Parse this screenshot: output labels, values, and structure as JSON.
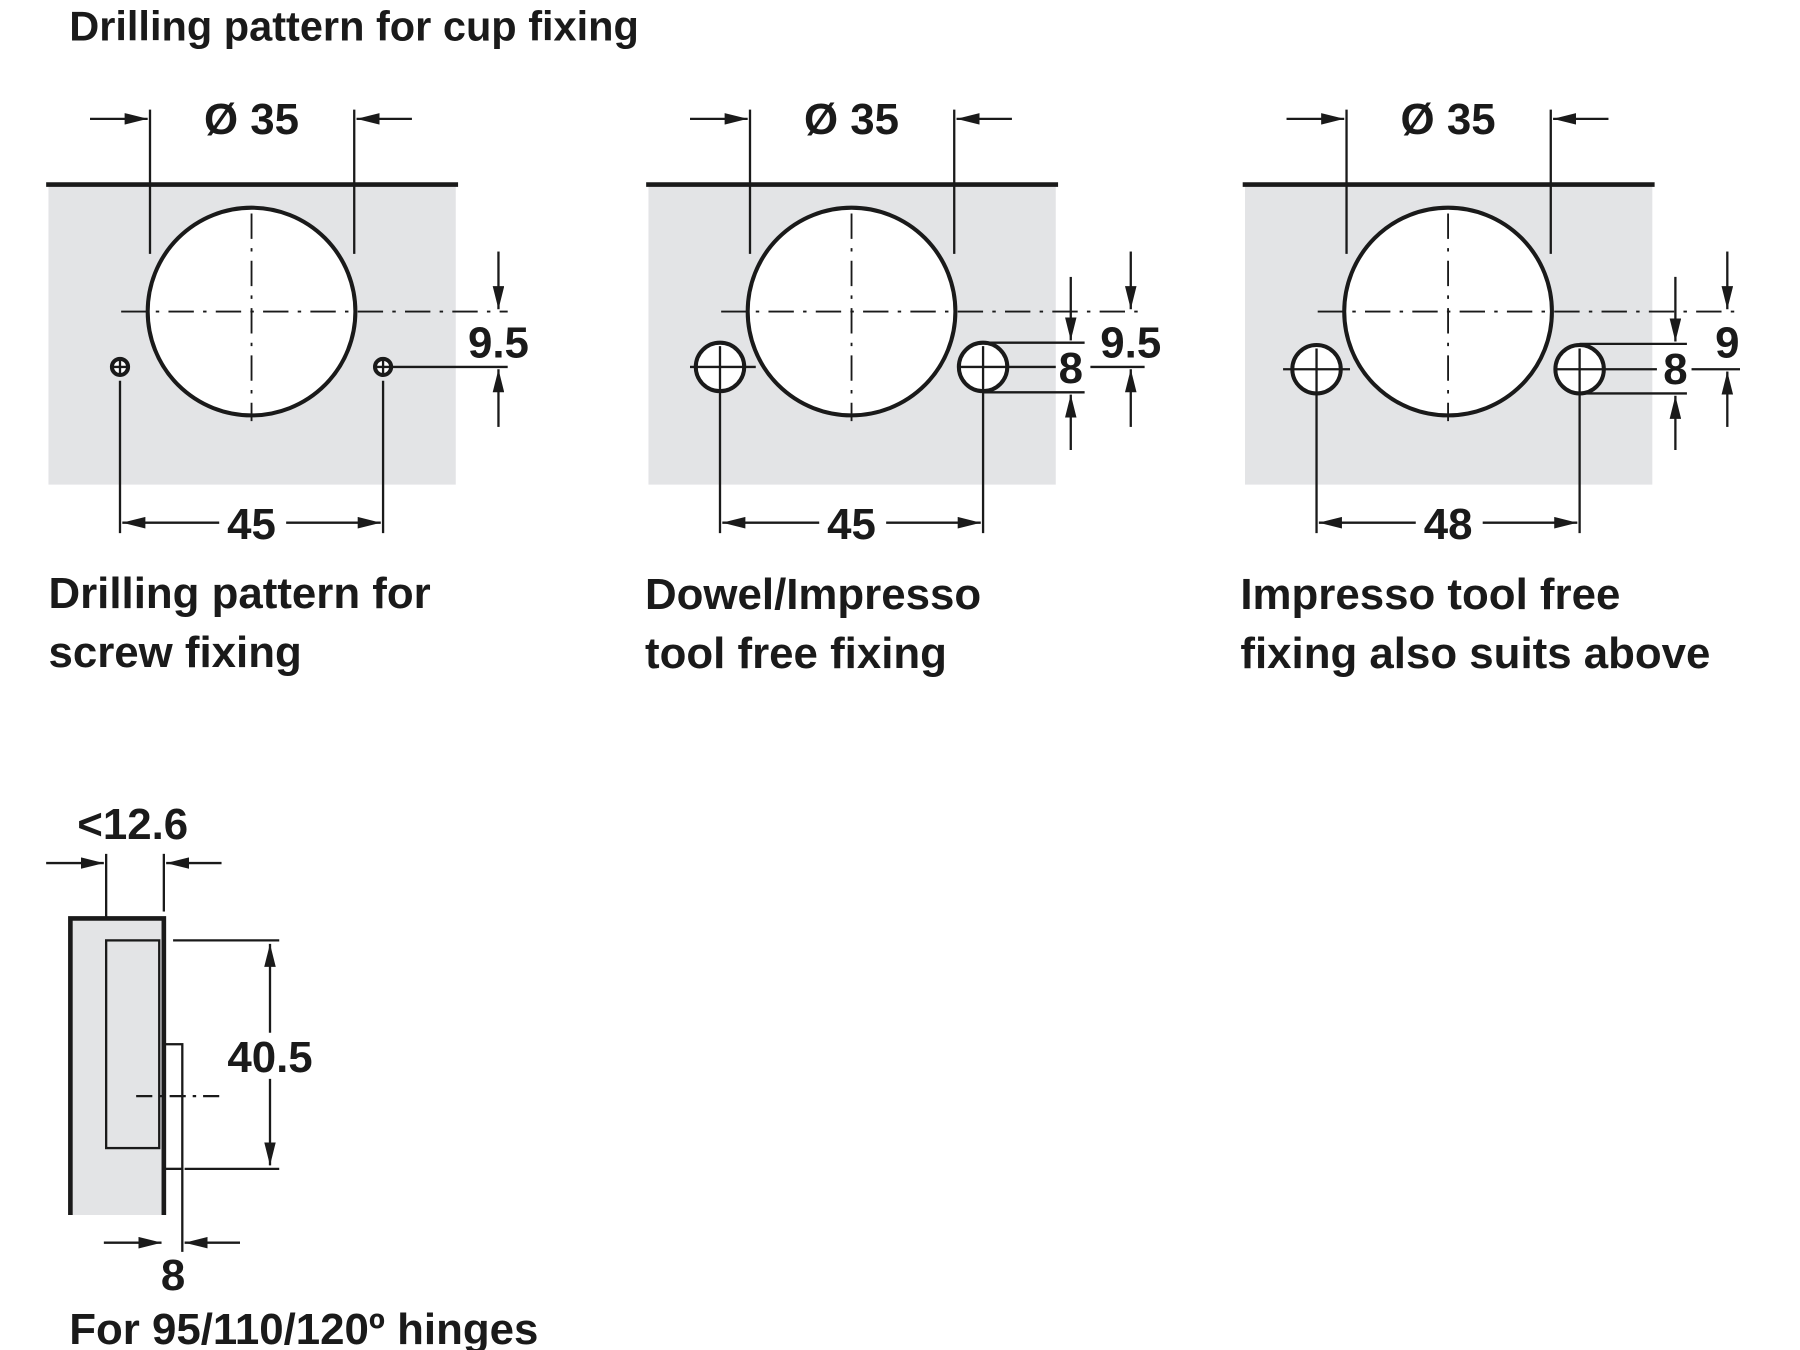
{
  "title": "Drilling pattern for cup fixing",
  "patterns": [
    {
      "diameter_label": "Ø 35",
      "spacing_label": "45",
      "offset_label": "9.5",
      "hole_label": "",
      "caption_line1": "Drilling pattern for",
      "caption_line2": "screw fixing"
    },
    {
      "diameter_label": "Ø 35",
      "spacing_label": "45",
      "offset_label": "9.5",
      "hole_label": "8",
      "caption_line1": "Dowel/Impresso",
      "caption_line2": "tool free fixing"
    },
    {
      "diameter_label": "Ø 35",
      "spacing_label": "48",
      "offset_label": "9",
      "hole_label": "8",
      "caption_line1": "Impresso tool free",
      "caption_line2": "fixing also suits above"
    }
  ],
  "side_view": {
    "depth_label": "<12.6",
    "height_label": "40.5",
    "width_label": "8",
    "caption": "For 95/110/120º hinges"
  }
}
